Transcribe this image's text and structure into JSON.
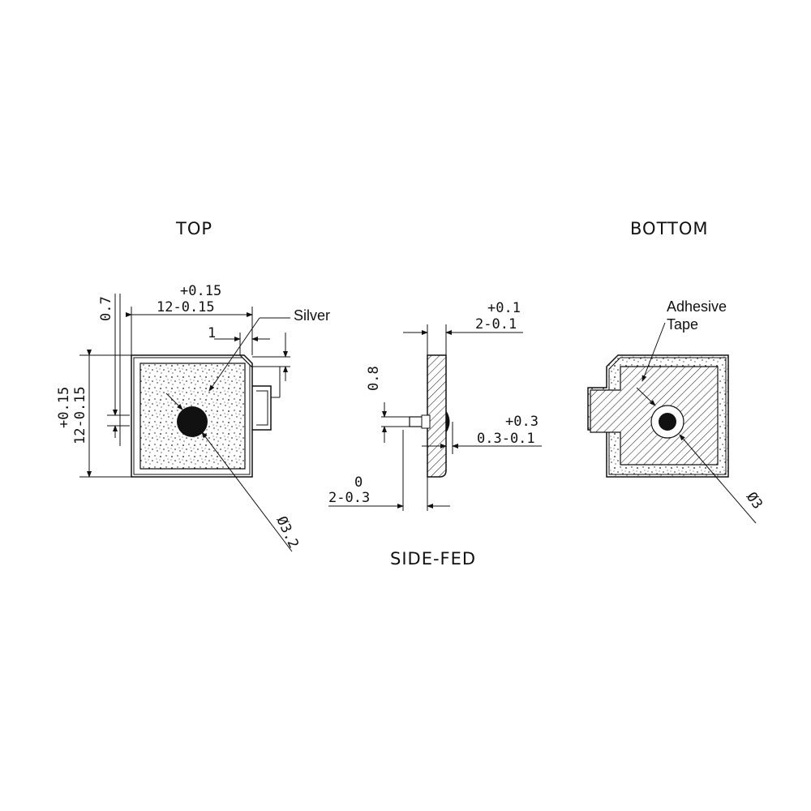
{
  "titles": {
    "top": "TOP",
    "bottom": "BOTTOM",
    "side": "SIDE-FED"
  },
  "top_view": {
    "width_tol_upper": "+0.15",
    "width_value": "12-0.15",
    "height_tol_upper": "+0.15",
    "height_value": "12-0.15",
    "edge_offset": "0.7",
    "chamfer": "1",
    "silver_label": "Silver",
    "hole_diameter": "Ø3.2"
  },
  "side_view": {
    "thickness_tol_upper": "+0.1",
    "thickness_value": "2-0.1",
    "pin_dim": "0.8",
    "bump_tol_upper": "+0.3",
    "bump_value": "0.3-0.1",
    "base_tol_upper": "0",
    "base_value": "2-0.3"
  },
  "bottom_view": {
    "adhesive_label_1": "Adhesive",
    "adhesive_label_2": "Tape",
    "hole_diameter": "Ø3"
  },
  "colors": {
    "ink": "#111111",
    "paper": "#ffffff"
  }
}
